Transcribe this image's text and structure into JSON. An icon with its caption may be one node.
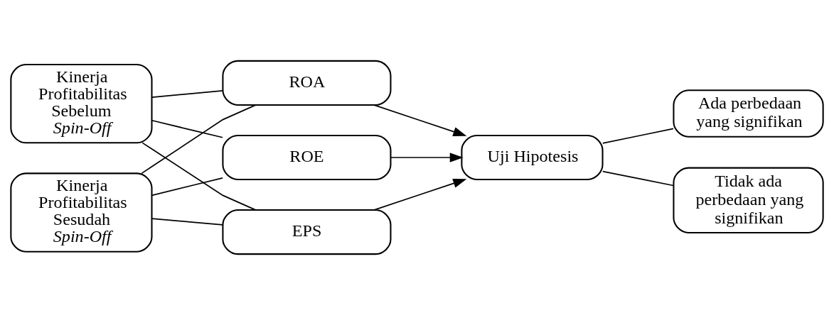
{
  "diagram": {
    "nodes": [
      {
        "text": [
          "Kinerja Profitabilitas Sebelum *Spin-Off*"
        ]
      },
      {
        "text": [
          "Kinerja Profitabilitas Sesudah *Spin-Off*"
        ]
      },
      {
        "text": [
          "ROA"
        ]
      },
      {
        "text": [
          "ROE"
        ]
      },
      {
        "text": [
          "EPS"
        ]
      },
      {
        "text": [
          "Uji Hipotesis"
        ]
      },
      {
        "text": [
          "Ada perbedaan yang signifikan"
        ]
      },
      {
        "text": [
          "Tidak ada perbedaan yang signifikan"
        ]
      }
    ],
    "edges": [
      {
        "from": 0,
        "to": 2,
        "arrow": "none"
      },
      {
        "from": 0,
        "to": 3,
        "arrow": "none"
      },
      {
        "from": 0,
        "to": 4,
        "arrow": "none"
      },
      {
        "from": 1,
        "to": 2,
        "arrow": "none"
      },
      {
        "from": 1,
        "to": 3,
        "arrow": "none"
      },
      {
        "from": 1,
        "to": 4,
        "arrow": "none"
      },
      {
        "from": 2,
        "to": 5,
        "arrow": "to"
      },
      {
        "from": 3,
        "to": 5,
        "arrow": "to"
      },
      {
        "from": 4,
        "to": 5,
        "arrow": "to"
      },
      {
        "from": 5,
        "to": 6,
        "arrow": "none"
      },
      {
        "from": 5,
        "to": 7,
        "arrow": "none"
      }
    ]
  }
}
